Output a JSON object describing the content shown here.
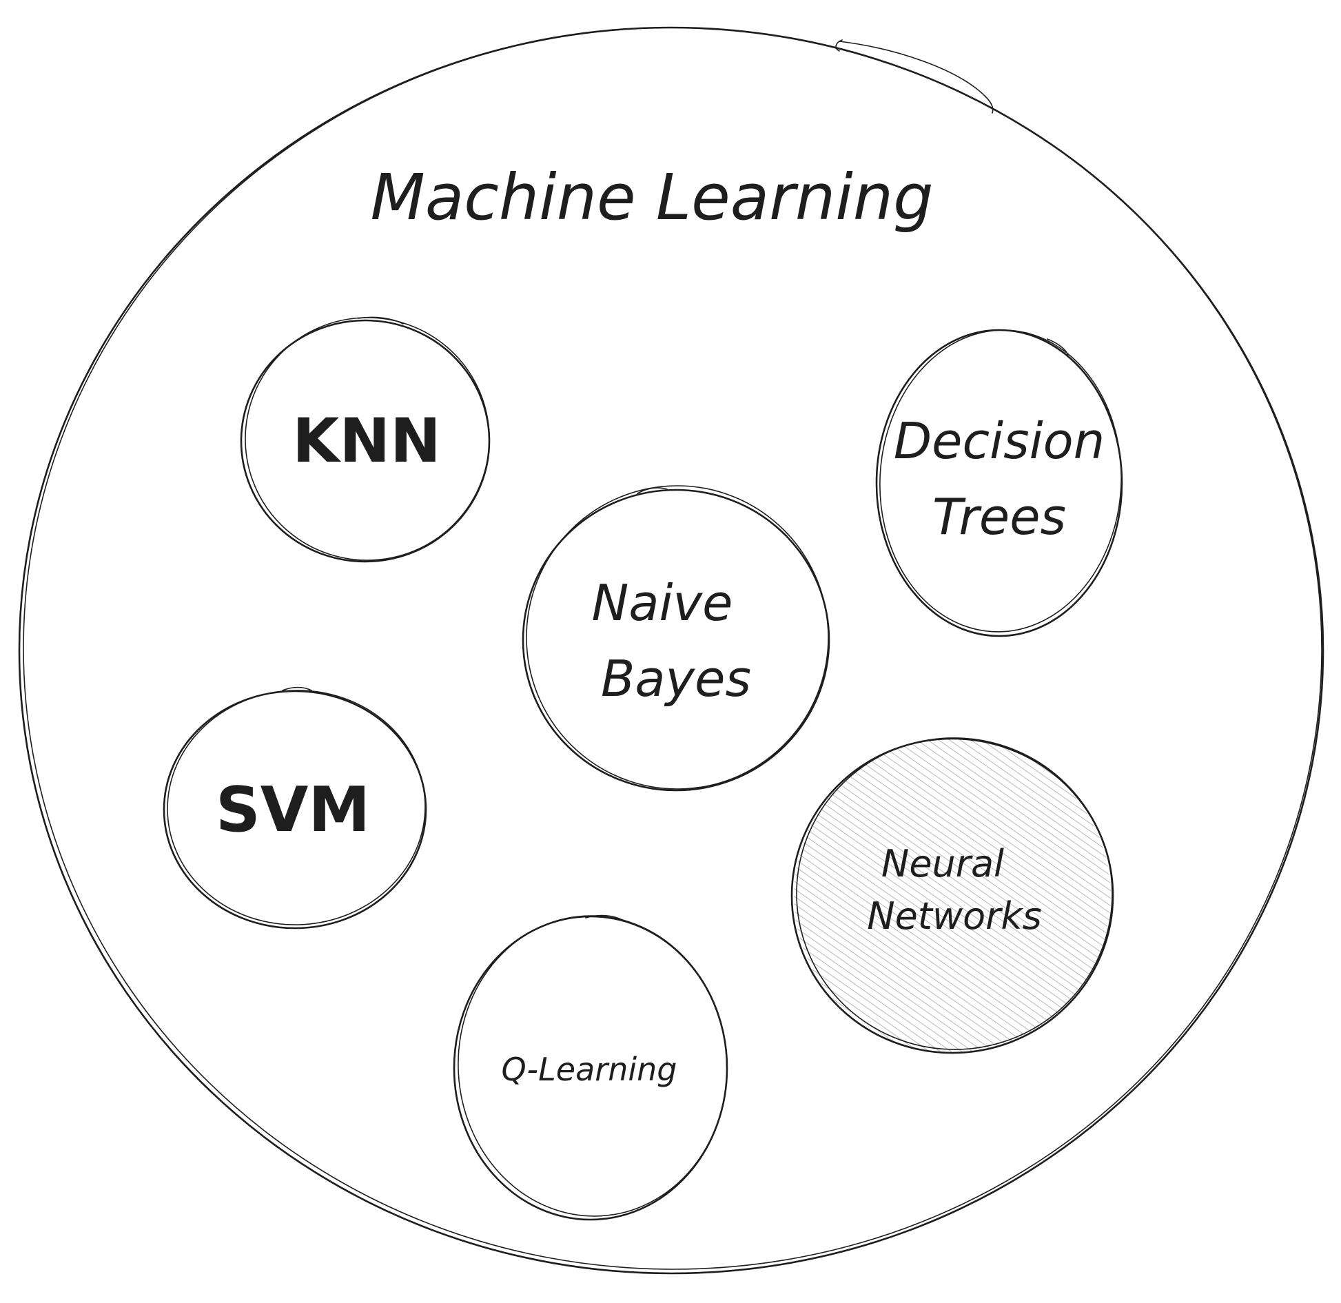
{
  "diagram": {
    "title": "Machine Learning",
    "nodes": [
      {
        "id": "knn",
        "lines": [
          "KNN"
        ],
        "hatched": false
      },
      {
        "id": "decision-trees",
        "lines": [
          "Decision",
          "Trees"
        ],
        "hatched": false
      },
      {
        "id": "naive-bayes",
        "lines": [
          "Naive",
          "Bayes"
        ],
        "hatched": false
      },
      {
        "id": "svm",
        "lines": [
          "SVM"
        ],
        "hatched": false
      },
      {
        "id": "neural-networks",
        "lines": [
          "Neural",
          "Networks"
        ],
        "hatched": true
      },
      {
        "id": "q-learning",
        "lines": [
          "Q-Learning"
        ],
        "hatched": false
      }
    ],
    "colors": {
      "stroke": "#1e1e1e",
      "background": "#ffffff",
      "hatch": "#bdbdbd"
    }
  }
}
